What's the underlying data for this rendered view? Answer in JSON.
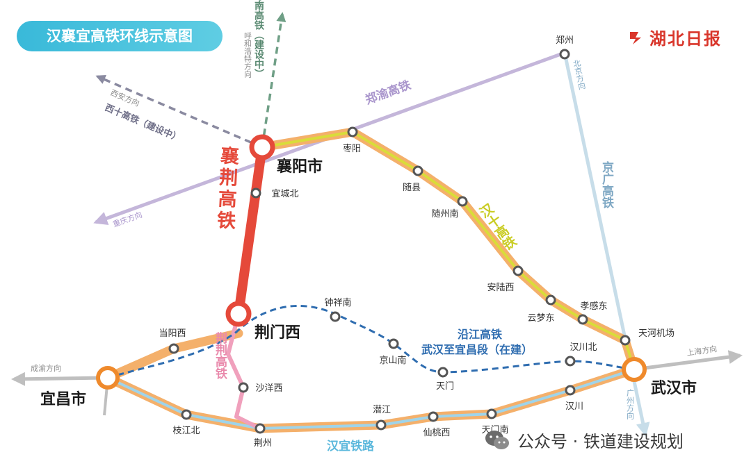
{
  "title": "汉襄宜高铁环线示意图",
  "logo_text": "湖北日报",
  "watermark": "公众号 · 铁道建设规划",
  "cities": {
    "xiangyang": "襄阳市",
    "jingmen": "荆门西",
    "yichang": "宜昌市",
    "wuhan": "武汉市"
  },
  "stations": {
    "zaoyang": "枣阳",
    "suixian": "随县",
    "suizhounan": "随州南",
    "anluxi": "安陆西",
    "yunmengdong": "云梦东",
    "xiaogandong": "孝感东",
    "tianhe": "天河机场",
    "yichengbei": "宜城北",
    "dangyangxi": "当阳西",
    "zhijiangbei": "枝江北",
    "jingzhou": "荆州",
    "shayangxi": "沙洋西",
    "qianjiang": "潜江",
    "xiantaoxi": "仙桃西",
    "tianmennan": "天门南",
    "hanchuan": "汉川",
    "zhongxiangnan": "钟祥南",
    "jingshannan": "京山南",
    "tianmen": "天门",
    "hanchuanbei": "汉川北",
    "zhengzhou": "郑州"
  },
  "lines": {
    "xiangjing": "襄荆高铁",
    "hanshi": "汉十高铁",
    "jingjing": "荆荆高铁",
    "hanyi": "汉宜铁路",
    "zhengyu": "郑渝高铁",
    "jingguang": "京广高铁",
    "xishi": "西十高铁（建设中）",
    "huhe": "呼南高铁（建设中）",
    "yanjiang_1": "沿江高铁",
    "yanjiang_2": "武汉至宜昌段（在建）"
  },
  "directions": {
    "xian": "西安方向",
    "huhehaote": "呼和浩特方向",
    "chongqing": "重庆方向",
    "beijing": "北京方向",
    "guangzhou": "广州方向",
    "shanghai": "上海方向",
    "chengyu": "成渝方向"
  },
  "colors": {
    "xiangjing": "#e5493a",
    "hanshi": "#d9dc3a",
    "glow": "#f4b06b",
    "hanyi": "#9fd4ea",
    "jingjing": "#f0a0bc",
    "zhengyu": "#c4b6da",
    "jingguang": "#c7dde9",
    "yanjiang": "#2f6db0",
    "xishi": "#8a8aa0",
    "huhe": "#6f9f86",
    "hub": "#ef8a2c",
    "title_bg": "#3db8d8"
  }
}
